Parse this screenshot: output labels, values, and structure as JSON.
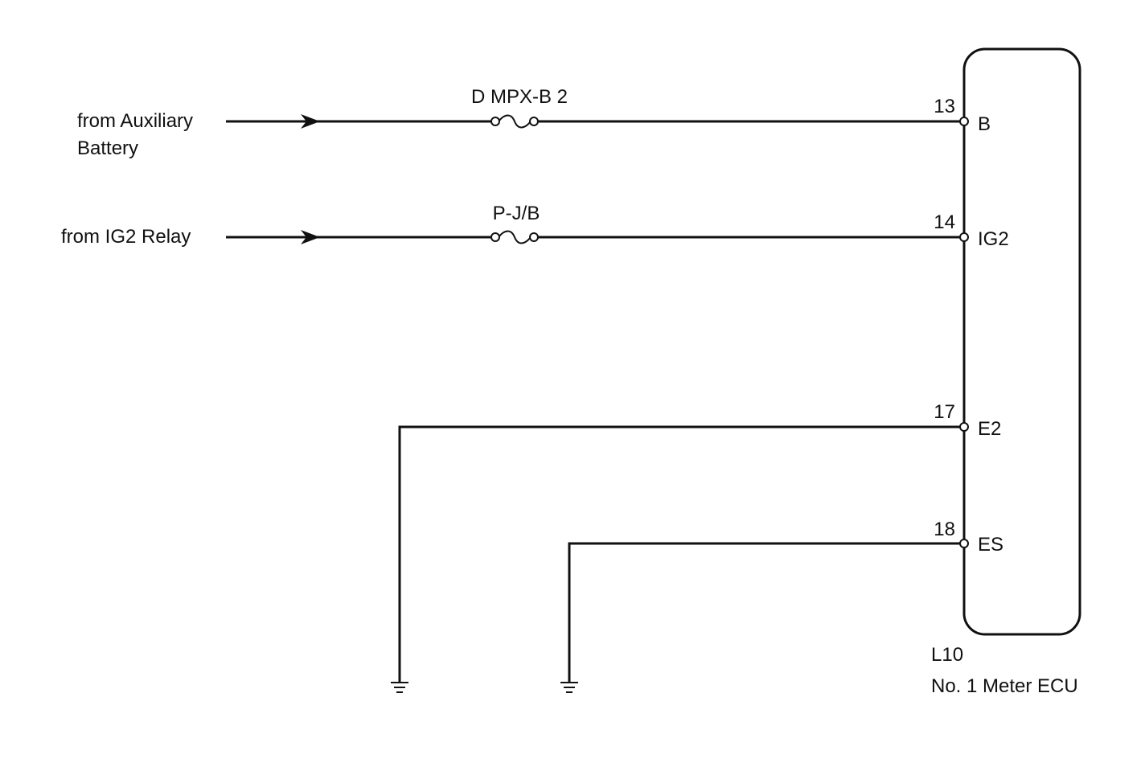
{
  "sources": {
    "auxiliary_battery": [
      "from Auxiliary",
      "Battery"
    ],
    "ig2_relay": "from IG2 Relay"
  },
  "fuses": {
    "fuse1": "D MPX-B 2",
    "fuse2": "P-J/B"
  },
  "ecu": {
    "code": "L10",
    "name": "No. 1 Meter ECU",
    "pins": [
      {
        "number": "13",
        "name": "B"
      },
      {
        "number": "14",
        "name": "IG2"
      },
      {
        "number": "17",
        "name": "E2"
      },
      {
        "number": "18",
        "name": "ES"
      }
    ]
  },
  "colors": {
    "line": "#111111",
    "background": "#ffffff"
  }
}
